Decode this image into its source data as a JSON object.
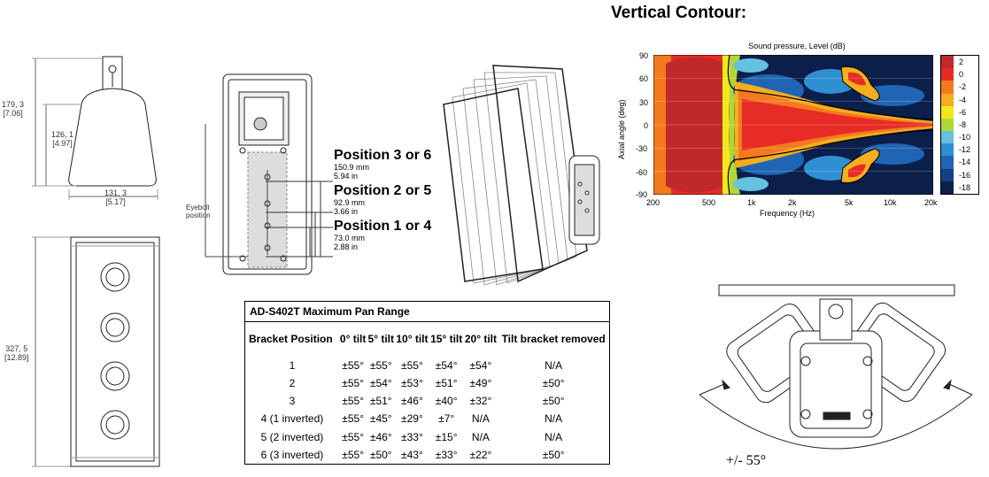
{
  "contour": {
    "title": "Vertical Contour:",
    "chart_title": "Sound pressure, Level (dB)",
    "xlabel": "Frequency (Hz)",
    "ylabel": "Axial angle (deg)",
    "x_ticks": [
      "200",
      "500",
      "1k",
      "2k",
      "5k",
      "10k",
      "20k"
    ],
    "y_ticks": [
      "90",
      "60",
      "30",
      "0",
      "-30",
      "-60",
      "-90"
    ],
    "legend": [
      {
        "label": "2",
        "color": "#c0282a"
      },
      {
        "label": "0",
        "color": "#e62c24"
      },
      {
        "label": "-2",
        "color": "#f47a20"
      },
      {
        "label": "-4",
        "color": "#f6ad1e"
      },
      {
        "label": "-6",
        "color": "#f3e81b"
      },
      {
        "label": "-8",
        "color": "#b1d635"
      },
      {
        "label": "-10",
        "color": "#66c0e0"
      },
      {
        "label": "-12",
        "color": "#2f8fd3"
      },
      {
        "label": "-14",
        "color": "#2065b5"
      },
      {
        "label": "-16",
        "color": "#153f86"
      },
      {
        "label": "-18",
        "color": "#0b1f4a"
      }
    ]
  },
  "chart_data": {
    "type": "heatmap",
    "title": "Sound pressure, Level (dB)",
    "xlabel": "Frequency (Hz)",
    "ylabel": "Axial angle (deg)",
    "x_range": [
      200,
      20000
    ],
    "x_scale": "log",
    "y_range": [
      -90,
      90
    ],
    "color_scale_db": [
      2,
      0,
      -2,
      -4,
      -6,
      -8,
      -10,
      -12,
      -14,
      -16,
      -18
    ]
  },
  "drawing": {
    "dims": {
      "height_small": "179, 3",
      "height_small_in": "[7.06]",
      "mid": "126, 1",
      "mid_in": "[4.97]",
      "width": "131, 3",
      "width_in": "[5.17]",
      "length": "327, 5",
      "length_in": "[12.89]"
    },
    "eyebolt": "Eyebolt\nposition",
    "positions": [
      {
        "title": "Position 3 or 6",
        "mm": "150.9 mm",
        "in": "5.94 in"
      },
      {
        "title": "Position 2 or 5",
        "mm": "92.9 mm",
        "in": "3.66 in"
      },
      {
        "title": "Position 1 or 4",
        "mm": "73.0 mm",
        "in": "2.88 in"
      }
    ]
  },
  "table": {
    "caption": "AD-S402T Maximum Pan Range",
    "headers": [
      "Bracket Position",
      "0° tilt",
      "5° tilt",
      "10° tilt",
      "15° tilt",
      "20° tilt",
      "Tilt bracket removed"
    ],
    "rows": [
      [
        "1",
        "±55°",
        "±55°",
        "±55°",
        "±54°",
        "±54°",
        "N/A"
      ],
      [
        "2",
        "±55°",
        "±54°",
        "±53°",
        "±51°",
        "±49°",
        "±50°"
      ],
      [
        "3",
        "±55°",
        "±51°",
        "±46°",
        "±40°",
        "±32°",
        "±50°"
      ],
      [
        "4 (1 inverted)",
        "±55°",
        "±45°",
        "±29°",
        "±7°",
        "N/A",
        "N/A"
      ],
      [
        "5 (2 inverted)",
        "±55°",
        "±46°",
        "±33°",
        "±15°",
        "N/A",
        "N/A"
      ],
      [
        "6 (3 inverted)",
        "±55°",
        "±50°",
        "±43°",
        "±33°",
        "±22°",
        "±50°"
      ]
    ]
  },
  "pan_label": "+/- 55°"
}
